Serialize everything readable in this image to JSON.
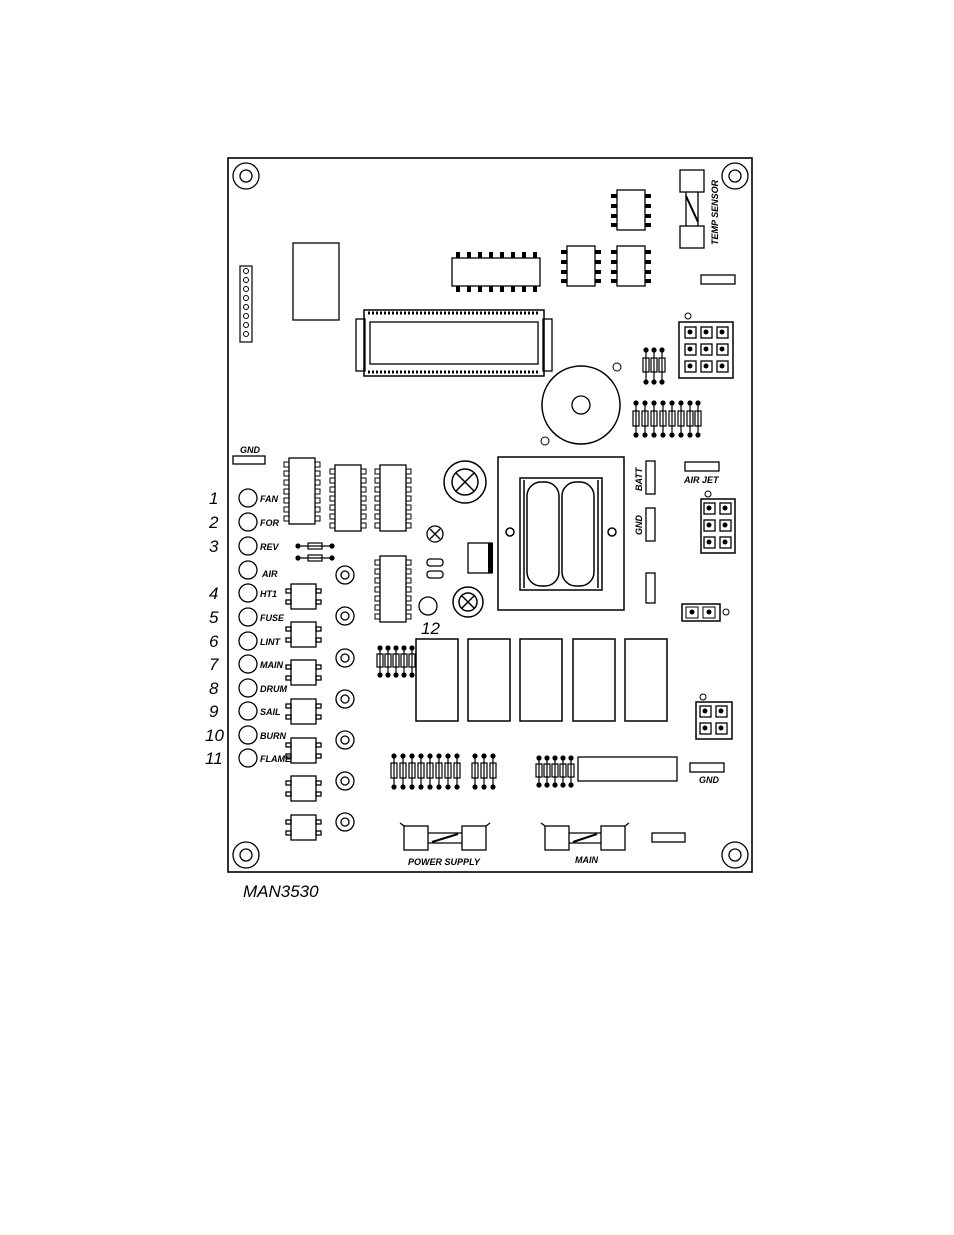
{
  "board": {
    "leds": [
      {
        "num": "1",
        "label": "FAN"
      },
      {
        "num": "2",
        "label": "FOR"
      },
      {
        "num": "3",
        "label": "REV"
      },
      {
        "num": "",
        "label": "AIR"
      },
      {
        "num": "4",
        "label": "HT1"
      },
      {
        "num": "5",
        "label": "FUSE"
      },
      {
        "num": "6",
        "label": "LINT"
      },
      {
        "num": "7",
        "label": "MAIN"
      },
      {
        "num": "8",
        "label": "DRUM"
      },
      {
        "num": "9",
        "label": "SAIL"
      },
      {
        "num": "10",
        "label": "BURN"
      },
      {
        "num": "11",
        "label": "FLAME"
      }
    ],
    "labels": {
      "gnd_top": "GND",
      "temp_sensor": "TEMP SENSOR",
      "batt": "BATT",
      "gnd_mid": "GND",
      "air_jet": "AIR JET",
      "gnd_right": "GND",
      "led_12": "12",
      "power_supply": "POWER SUPPLY",
      "main_fuse": "MAIN"
    }
  },
  "caption": "MAN3530"
}
